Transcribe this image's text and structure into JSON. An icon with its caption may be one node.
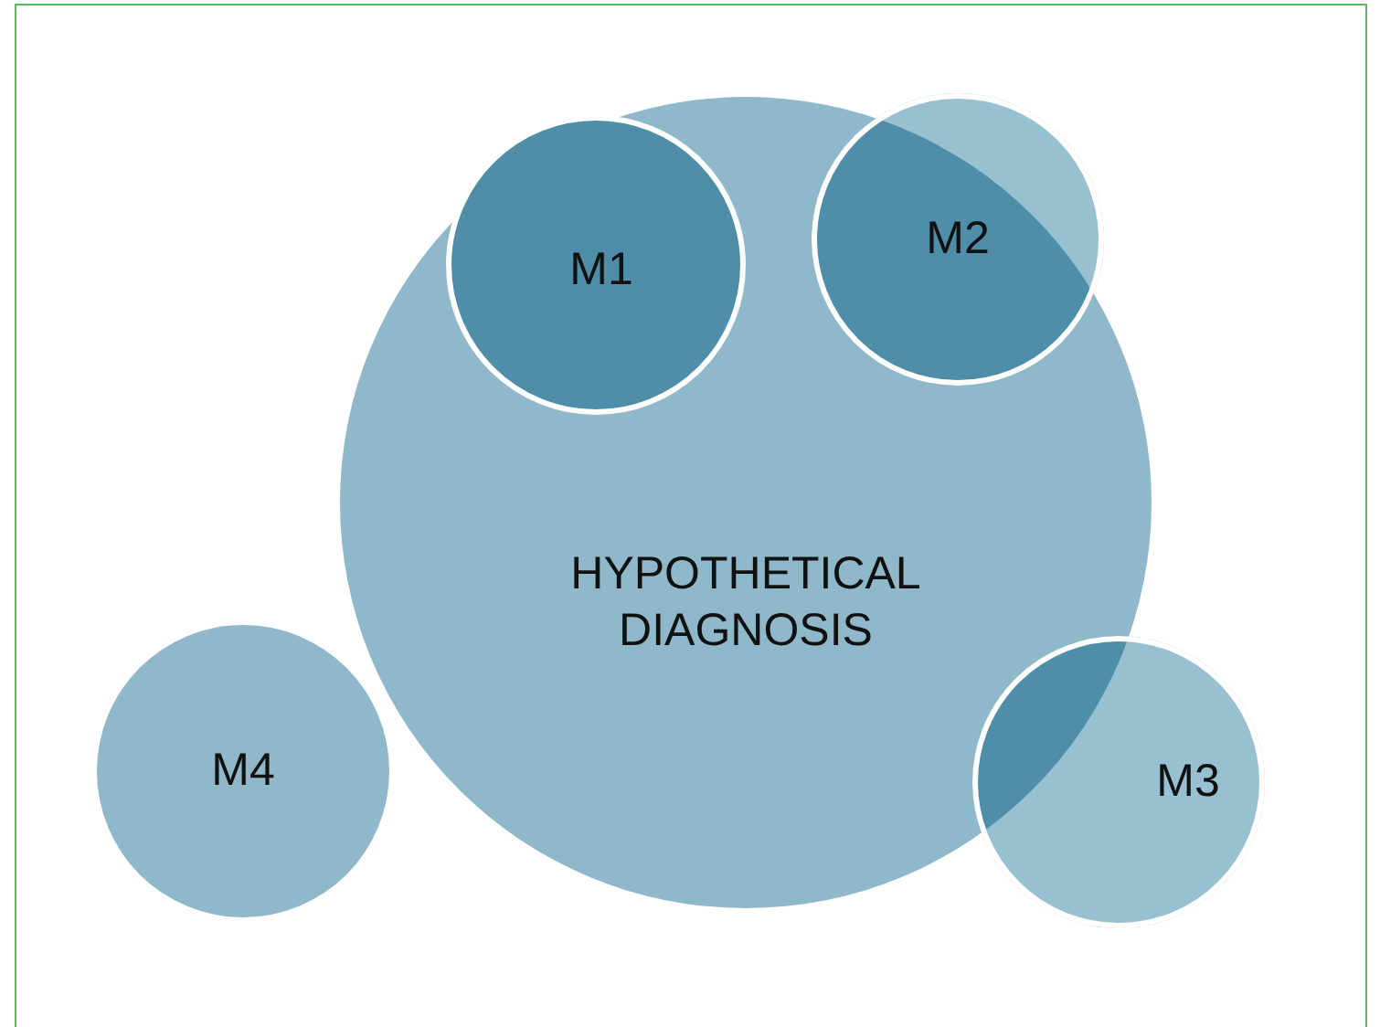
{
  "diagram": {
    "nodes": [
      {
        "text": [
          "HYPOTHETICAL DIAGNOSIS"
        ]
      },
      {
        "text": [
          "M1"
        ],
        "in": 0
      },
      {
        "text": [
          "M2"
        ]
      },
      {
        "text": [
          "M3"
        ]
      },
      {
        "text": [
          "M4"
        ]
      }
    ]
  }
}
